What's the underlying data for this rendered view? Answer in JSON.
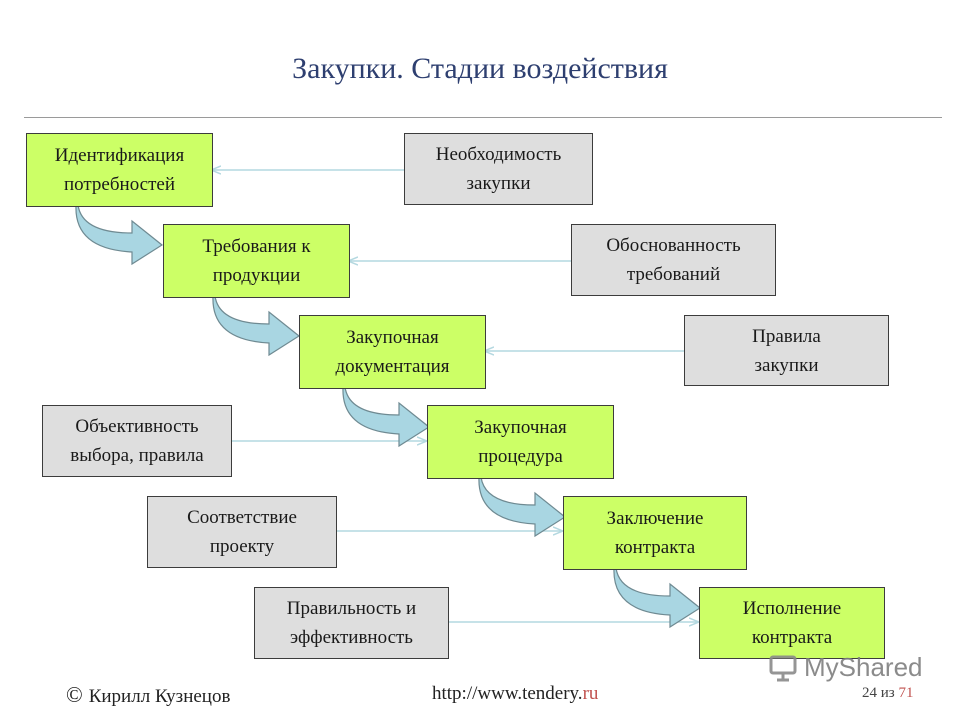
{
  "slide": {
    "title": "Закупки. Стадии воздействия"
  },
  "stages": [
    {
      "line1": "Идентификация",
      "line2": "потребностей"
    },
    {
      "line1": "Требования к",
      "line2": "продукции"
    },
    {
      "line1": "Закупочная",
      "line2": "документация"
    },
    {
      "line1": "Закупочная",
      "line2": "процедура"
    },
    {
      "line1": "Заключение",
      "line2": "контракта"
    },
    {
      "line1": "Исполнение",
      "line2": "контракта"
    }
  ],
  "factors": [
    {
      "line1": "Необходимость",
      "line2": "закупки"
    },
    {
      "line1": "Обоснованность",
      "line2": "требований"
    },
    {
      "line1": "Правила",
      "line2": "закупки"
    },
    {
      "line1": "Объективность",
      "line2": "выбора, правила"
    },
    {
      "line1": "Соответствие",
      "line2": "проекту"
    },
    {
      "line1": "Правильность и",
      "line2": "эффективность"
    }
  ],
  "footer": {
    "copyright_symbol": "©",
    "author": "Кирилл Кузнецов",
    "url_prefix": "http://www.tendery.",
    "url_tld": "ru",
    "page": "24",
    "of_label": "из",
    "total": "71"
  },
  "watermark": {
    "text": "MyShared",
    "icon": "presentation-board-icon"
  },
  "colors": {
    "title": "#2e3f70",
    "stage_fill": "#ccff66",
    "factor_fill": "#dedede",
    "curved_arrow_fill": "#a9d6e2",
    "connector_line": "#b4d8e0",
    "url_accent": "#c0504d"
  }
}
